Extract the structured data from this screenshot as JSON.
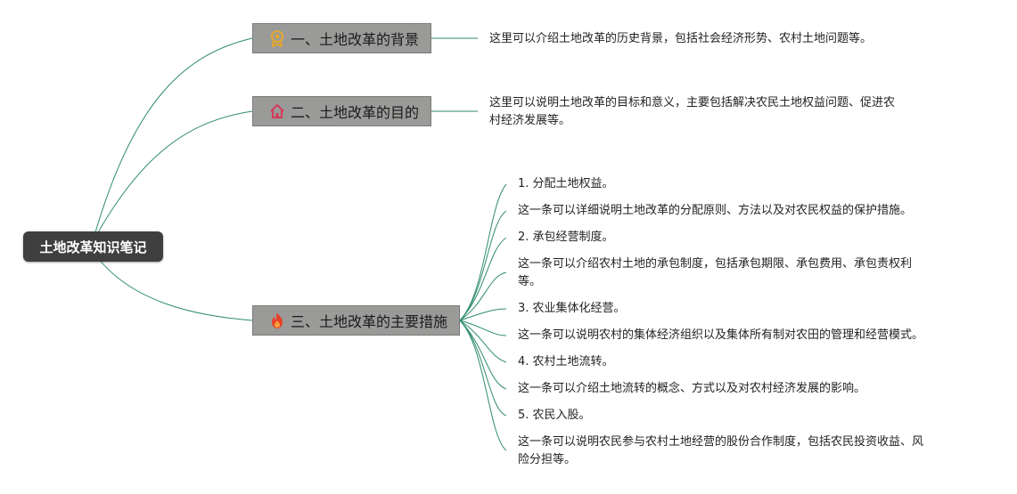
{
  "root": {
    "label": "土地改革知识笔记"
  },
  "branches": [
    {
      "label": "一、土地改革的背景",
      "icon": "award-medal-icon",
      "note": "这里可以介绍土地改革的历史背景，包括社会经济形势、农村土地问题等。"
    },
    {
      "label": "二、土地改革的目的",
      "icon": "home-icon",
      "note_lines": [
        "这里可以说明土地改革的目标和意义，主要包括解决农民土地权益问题、促进农",
        "村经济发展等。"
      ]
    },
    {
      "label": "三、土地改革的主要措施",
      "icon": "fire-icon",
      "items": [
        {
          "text": "1. 分配土地权益。"
        },
        {
          "text": "这一条可以详细说明土地改革的分配原则、方法以及对农民权益的保护措施。"
        },
        {
          "text": "2. 承包经营制度。"
        },
        {
          "lines": [
            "这一条可以介绍农村土地的承包制度，包括承包期限、承包费用、承包责权利",
            "等。"
          ]
        },
        {
          "text": "3. 农业集体化经营。"
        },
        {
          "text": "这一条可以说明农村的集体经济组织以及集体所有制对农田的管理和经营模式。"
        },
        {
          "text": "4. 农村土地流转。"
        },
        {
          "text": "这一条可以介绍土地流转的概念、方式以及对农村经济发展的影响。"
        },
        {
          "text": "5. 农民入股。"
        },
        {
          "lines": [
            "这一条可以说明农民参与农村土地经营的股份合作制度，包括农民投资收益、风",
            "险分担等。"
          ]
        }
      ]
    }
  ],
  "colors": {
    "line": "#2e8b6e",
    "root_bg": "#3f3f3f",
    "branch_bg": "#9a9b99",
    "medal": "#e3a72f",
    "home": "#d43a5a",
    "fire": "#e8402a"
  }
}
